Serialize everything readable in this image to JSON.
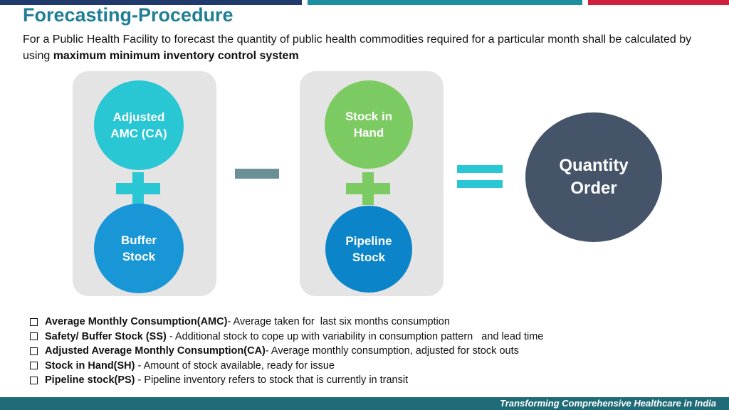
{
  "header": {
    "title": "Forecasting-Procedure",
    "intro_text": "For a Public Health Facility to forecast the quantity of public health commodities required for a particular month shall be calculated by using ",
    "intro_bold": "maximum minimum inventory control system"
  },
  "diagram": {
    "left_group": {
      "top_circle": "Adjusted AMC (CA)",
      "bottom_circle": "Buffer Stock"
    },
    "right_group": {
      "top_circle": "Stock in Hand",
      "bottom_circle": "Pipeline Stock"
    },
    "result_circle": "Quantity Order",
    "colors": {
      "adjusted_amc": "#28c7d3",
      "buffer_stock": "#1996d6",
      "stock_in_hand": "#7ccb62",
      "pipeline_stock": "#0b84c9",
      "quantity_order": "#455468",
      "minus": "#6a9098",
      "equals": "#28c7d3",
      "panel": "#e4e4e4"
    }
  },
  "definitions": [
    {
      "term": "Average Monthly Consumption(AMC)",
      "desc": "- Average taken for  last six months consumption"
    },
    {
      "term": "Safety/ Buffer Stock (SS)",
      "desc": " - Additional stock to cope up with variability in consumption pattern   and lead time"
    },
    {
      "term": "Adjusted Average Monthly Consumption(CA)",
      "desc": "- Average monthly consumption, adjusted for stock outs"
    },
    {
      "term": "Stock in Hand(SH)",
      "desc": " - Amount of stock available, ready for issue"
    },
    {
      "term": "Pipeline stock(PS)",
      "desc": " - Pipeline inventory refers to stock that is currently in transit"
    }
  ],
  "footer": {
    "tagline": "Transforming Comprehensive Healthcare in India"
  }
}
